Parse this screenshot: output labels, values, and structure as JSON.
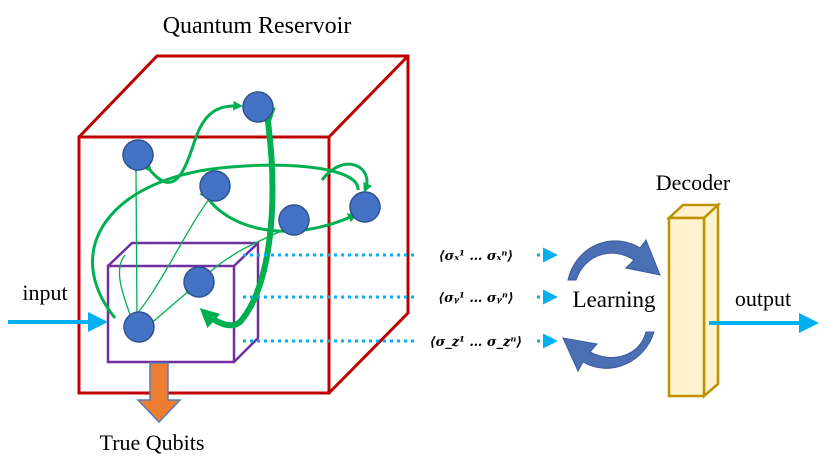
{
  "title": "Quantum Reservoir",
  "labels": {
    "input": "input",
    "output": "output",
    "decoder": "Decoder",
    "learning": "Learning",
    "true_qubits": "True Qubits"
  },
  "observables": [
    "⟨σₓ¹ … σₓⁿ⟩",
    "⟨σᵧ¹ … σᵧⁿ⟩",
    "⟨σ_z¹ … σ_zⁿ⟩"
  ],
  "colors": {
    "reservoir_edge": "#c00000",
    "inner_cube_edge": "#7030a0",
    "qubit_fill": "#4472c4",
    "qubit_stroke": "#2f528f",
    "coupling": "#00b050",
    "signal_arrow": "#00b0f0",
    "learning_arrow": "#4a6fb5",
    "decoder_edge": "#bf9000",
    "decoder_fill": "#fff2cc",
    "true_qubits_arrow": "#ed7d31"
  }
}
